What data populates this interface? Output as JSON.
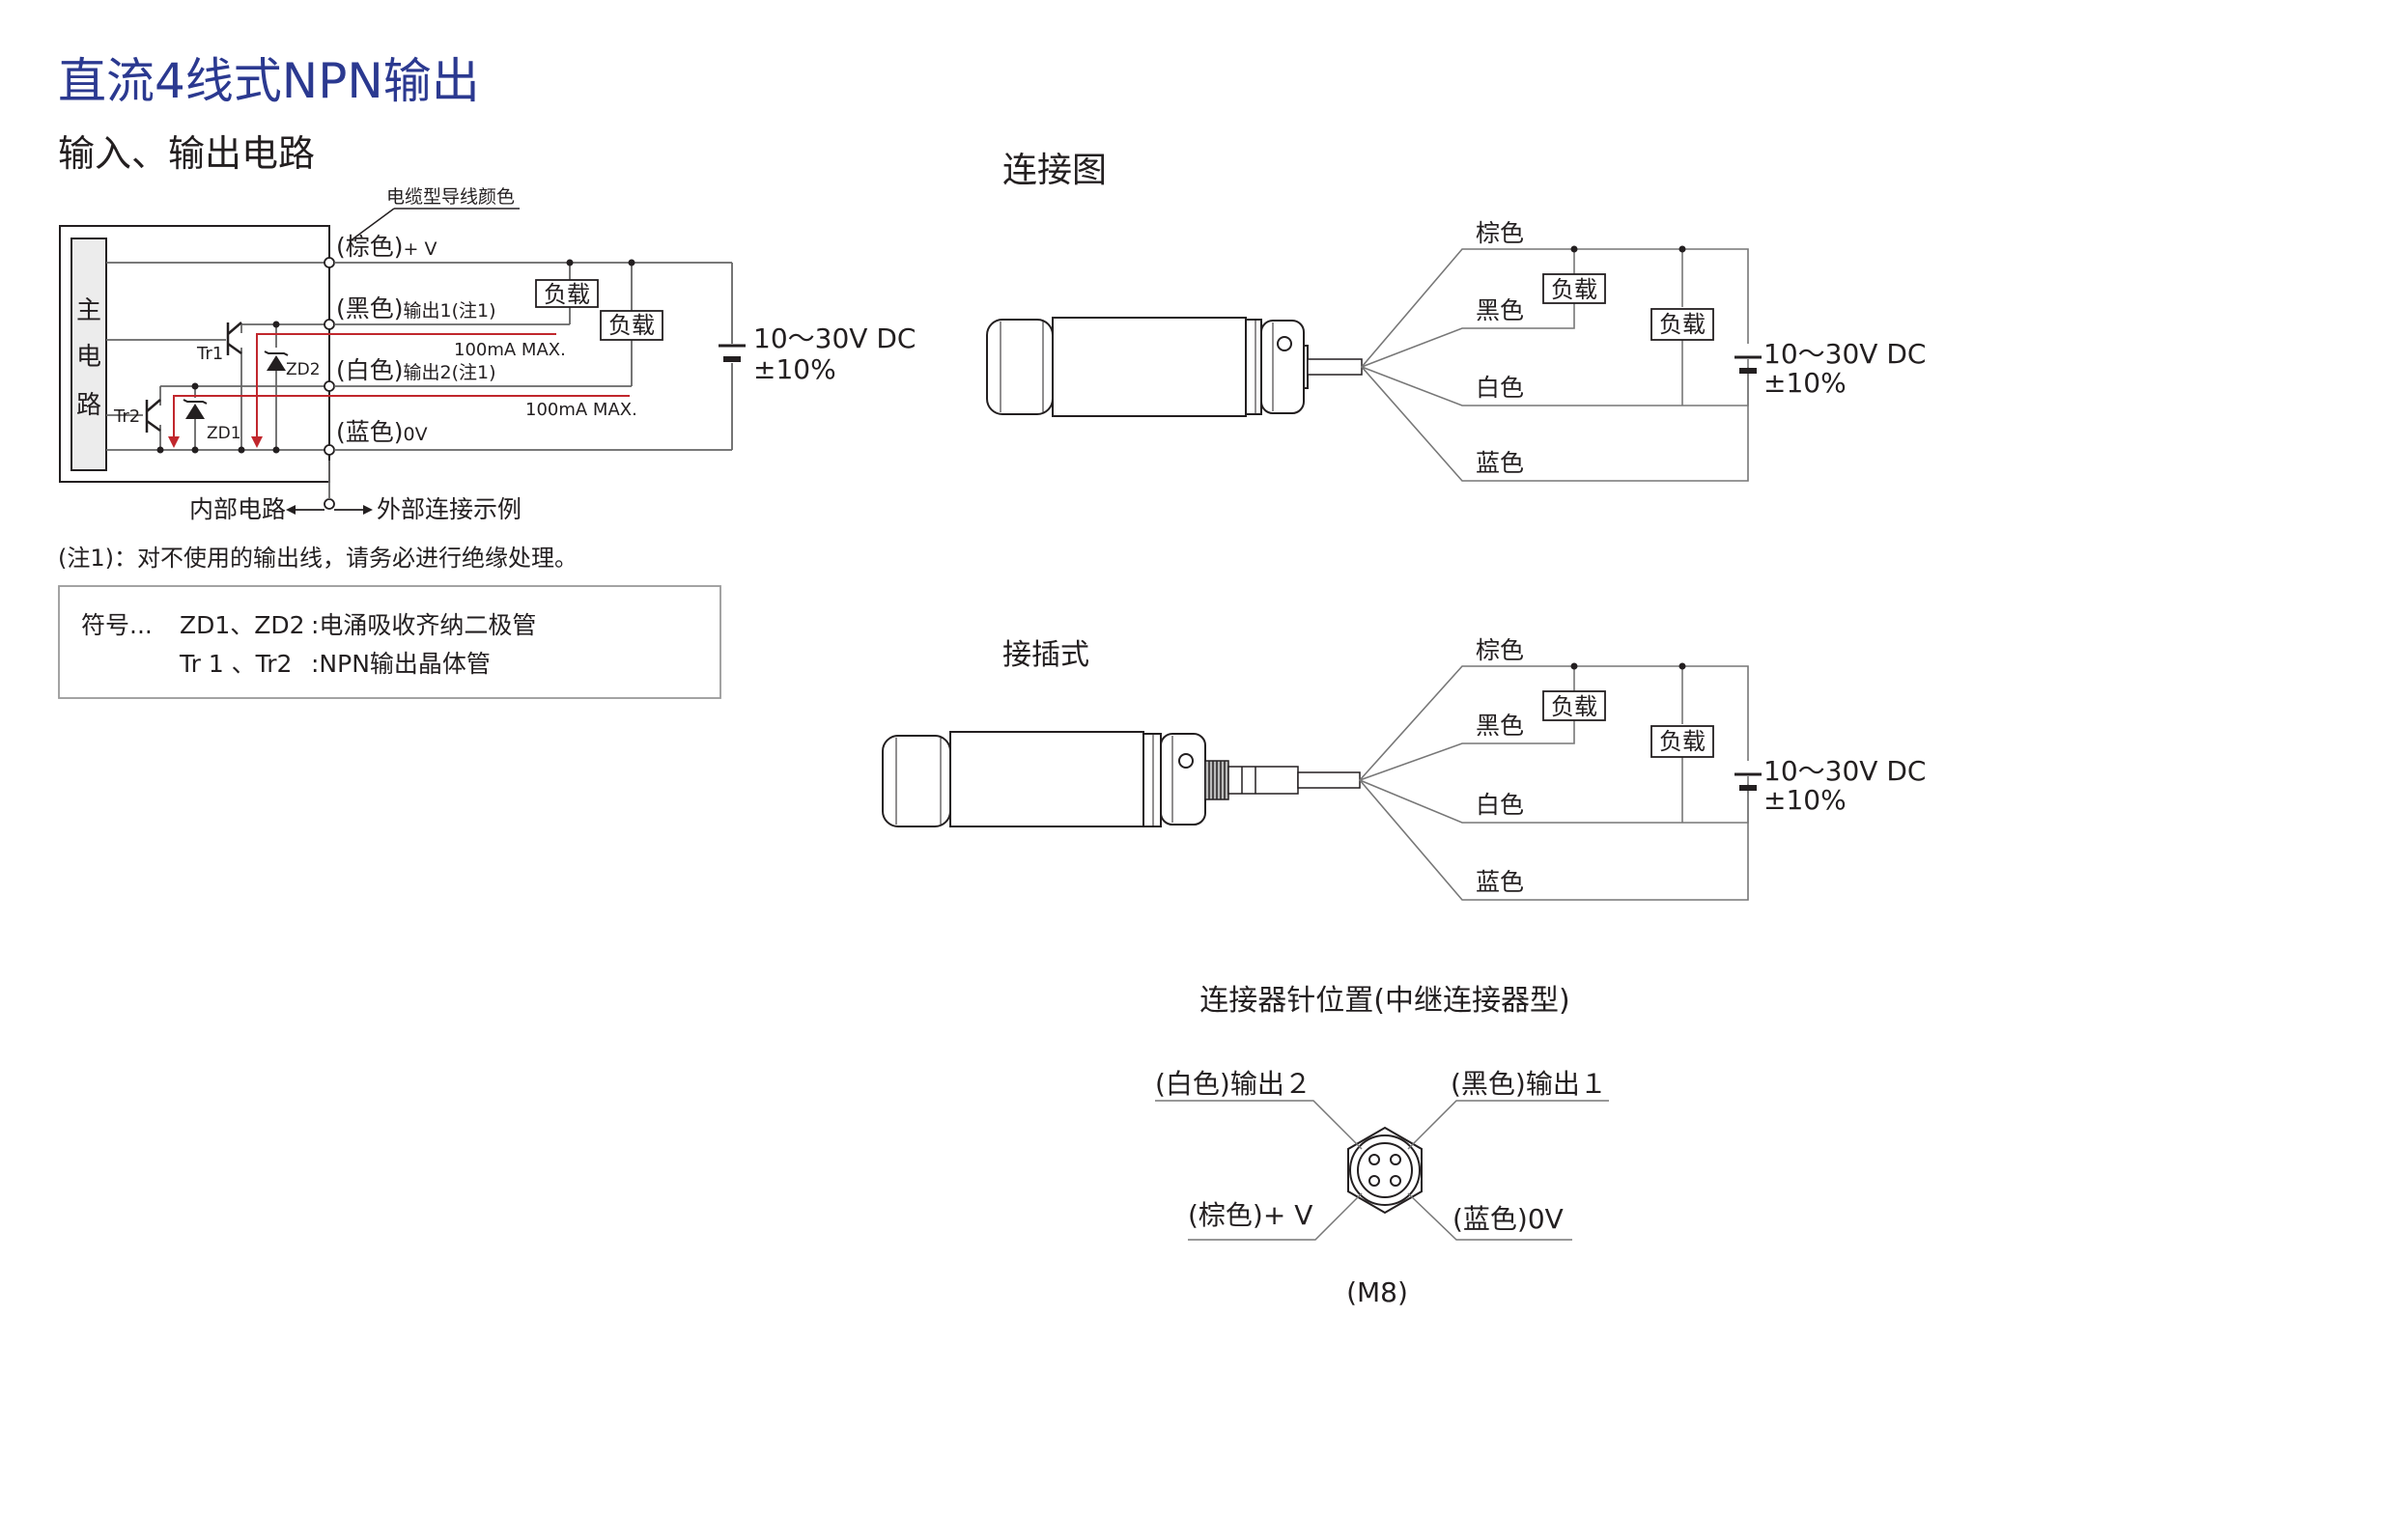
{
  "page_title": "直流4线式NPN输出",
  "circuit": {
    "heading": "输入、输出电路",
    "cable_color_note": "电缆型导线颜色",
    "main_circuit": [
      "主",
      "电",
      "路"
    ],
    "tr1": "Tr1",
    "tr2": "Tr2",
    "zd1": "ZD1",
    "zd2": "ZD2",
    "brown_prefix": "(棕色)",
    "brown_suffix": "+ V",
    "black_prefix": "(黑色)",
    "black_suffix": "输出1(注1)",
    "white_prefix": "(白色)",
    "white_suffix": "输出2(注1)",
    "blue_prefix": "(蓝色)",
    "blue_suffix": "0V",
    "max_current_1": "100mA MAX.",
    "max_current_2": "100mA MAX.",
    "load_1": "负载",
    "load_2": "负载",
    "supply_voltage": "10～30V DC",
    "supply_tolerance": "±10%",
    "internal_label": "内部电路",
    "external_label": "外部连接示例",
    "note": "(注1)：对不使用的输出线，请务必进行绝缘处理。"
  },
  "symbols": {
    "prefix": "符号...",
    "row1_key": "ZD1、ZD2",
    "row1_value": ":电涌吸收齐纳二极管",
    "row2_key": "Tr 1 、Tr2",
    "row2_value": ":NPN输出晶体管"
  },
  "connection": {
    "heading": "连接图",
    "wires": [
      "棕色",
      "黑色",
      "白色",
      "蓝色"
    ],
    "load_1": "负载",
    "load_2": "负载",
    "supply_voltage": "10～30V DC",
    "supply_tolerance": "±10%"
  },
  "plug_in": {
    "heading": "接插式",
    "wires": [
      "棕色",
      "黑色",
      "白色",
      "蓝色"
    ],
    "load_1": "负载",
    "load_2": "负载",
    "supply_voltage": "10～30V DC",
    "supply_tolerance": "±10%"
  },
  "pinout": {
    "heading": "连接器针位置(中继连接器型)",
    "pin_white_out2": "(白色)输出２",
    "pin_black_out1": "(黑色)输出１",
    "pin_brown_v": "(棕色)+ V",
    "pin_blue_0v": "(蓝色)0V",
    "size": "(M8)"
  },
  "colors": {
    "title_blue": "#2b3990",
    "current_red": "#c1272d",
    "line_gray": "#666666"
  }
}
